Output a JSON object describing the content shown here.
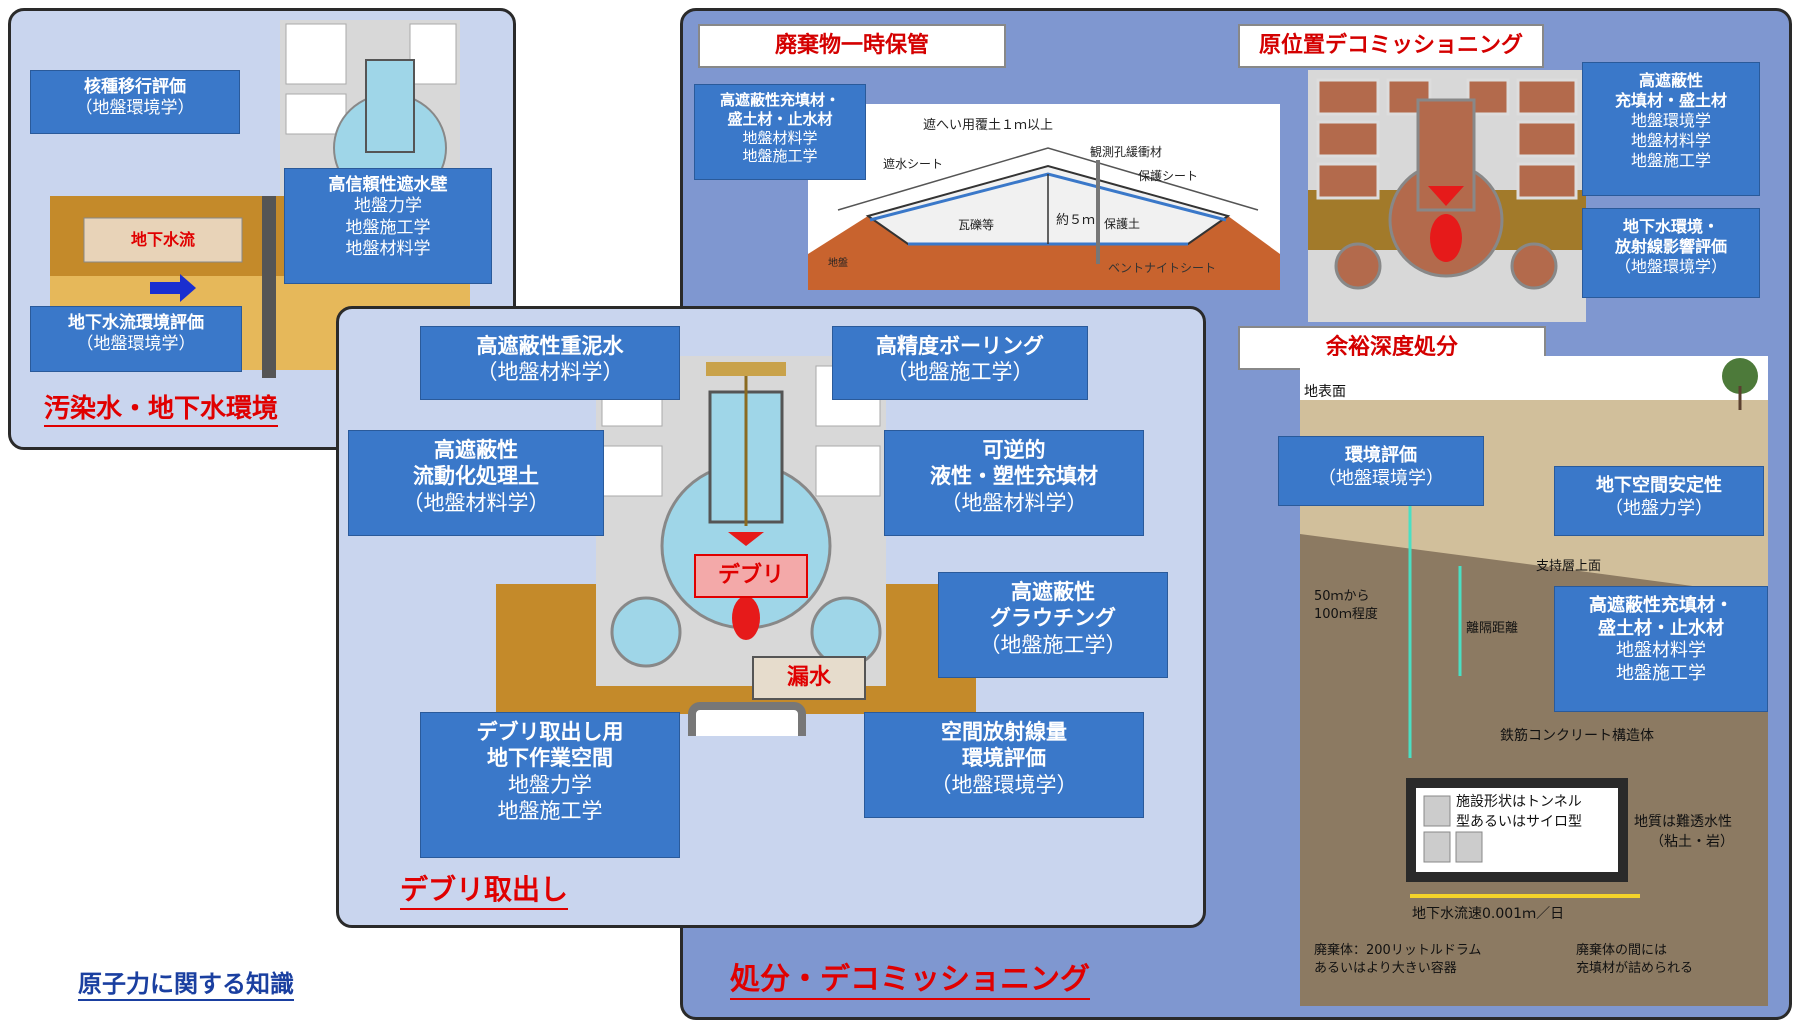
{
  "panels": {
    "contamination": {
      "title": "汚染水・地下水環境",
      "boxes": [
        {
          "title": "核種移行評価",
          "sub": "（地盤環境学）"
        },
        {
          "title": "高信頼性遮水壁",
          "sub1": "地盤力学",
          "sub2": "地盤施工学",
          "sub3": "地盤材料学"
        },
        {
          "title": "地下水流環境評価",
          "sub": "（地盤環境学）"
        }
      ],
      "groundwater_label": "地下水流"
    },
    "debris": {
      "title": "デブリ取出し",
      "boxes": [
        {
          "title": "高遮蔽性重泥水",
          "sub": "（地盤材料学）"
        },
        {
          "title": "高精度ボーリング",
          "sub": "（地盤施工学）"
        },
        {
          "title1": "高遮蔽性",
          "title2": "流動化処理土",
          "sub": "（地盤材料学）"
        },
        {
          "title1": "可逆的",
          "title2": "液性・塑性充填材",
          "sub": "（地盤材料学）"
        },
        {
          "title1": "高遮蔽性",
          "title2": "グラウチング",
          "sub": "（地盤施工学）"
        },
        {
          "title1": "デブリ取出し用",
          "title2": "地下作業空間",
          "sub1": "地盤力学",
          "sub2": "地盤施工学"
        },
        {
          "title1": "空間放射線量",
          "title2": "環境評価",
          "sub": "（地盤環境学）"
        }
      ],
      "debris_label": "デブリ",
      "leak_label": "漏水"
    },
    "disposal": {
      "title": "処分・デコミッショニング",
      "temp_storage": {
        "heading": "廃棄物一時保管",
        "box_title1": "高遮蔽性充填材・",
        "box_title2": "盛土材・止水材",
        "box_sub1": "地盤材料学",
        "box_sub2": "地盤施工学",
        "labels": [
          "遮へい用覆土１ｍ以上",
          "観測孔",
          "緩衝材",
          "遮水シート",
          "保護シート",
          "約５ｍ",
          "瓦礫等",
          "保護土",
          "ベントナイトシート",
          "地盤"
        ]
      },
      "insitu": {
        "heading": "原位置デコミッショニング",
        "box1_title1": "高遮蔽性",
        "box1_title2": "充填材・盛土材",
        "box1_sub1": "地盤環境学",
        "box1_sub2": "地盤材料学",
        "box1_sub3": "地盤施工学",
        "box2_title1": "地下水環境・",
        "box2_title2": "放射線影響評価",
        "box2_sub": "（地盤環境学）"
      },
      "margin_depth": {
        "heading": "余裕深度処分",
        "box1_title": "環境評価",
        "box1_sub": "（地盤環境学）",
        "box2_title": "地下空間安定性",
        "box2_sub": "（地盤力学）",
        "box3_title1": "高遮蔽性充填材・",
        "box3_title2": "盛土材・止水材",
        "box3_sub1": "地盤材料学",
        "box3_sub2": "地盤施工学",
        "labels": {
          "surface": "地表面",
          "depth1": "50ｍから",
          "depth2": "100ｍ程度",
          "separation": "離隔距離",
          "support": "支持層上面",
          "concrete": "鉄筋コンクリート構造体",
          "facility1": "施設形状はトンネル",
          "facility2": "型あるいはサイロ型",
          "geology1": "地質は難透水性",
          "geology2": "（粘土・岩）",
          "flow": "地下水流速0.001ｍ／日",
          "waste1": "廃棄体：200リットルドラム",
          "waste2": "あるいはより大きい容器",
          "fill1": "廃棄体の間には",
          "fill2": "充填材が詰められる"
        }
      }
    }
  },
  "footer": "原子力に関する知識",
  "colors": {
    "box_blue": "#3a78c9",
    "panel_bg": "#c9d5ee",
    "panel_dark": "#7d95cf",
    "red": "#e00000"
  }
}
